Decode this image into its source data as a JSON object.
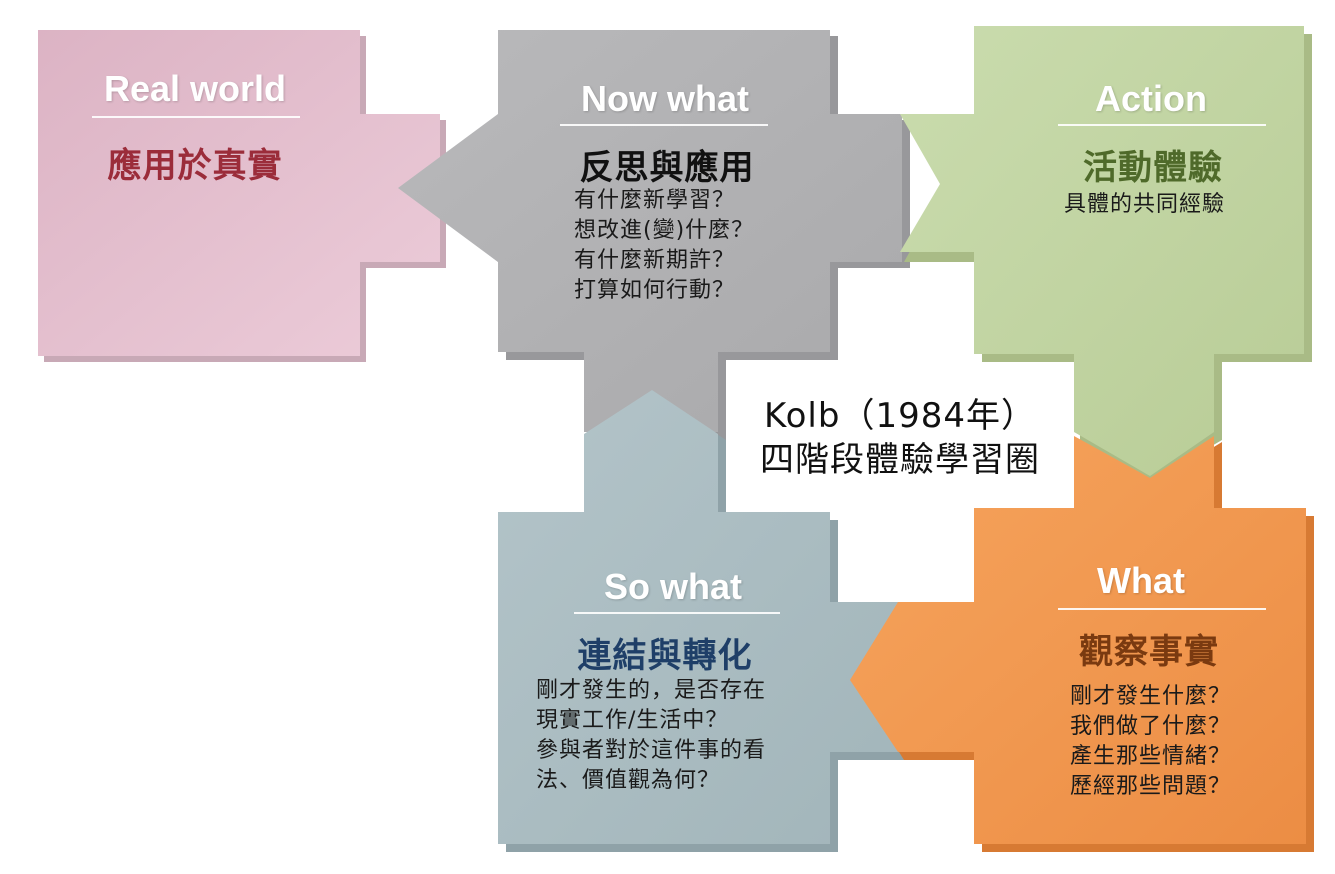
{
  "center": {
    "line1": "Kolb（1984年）",
    "line2": "四階段體驗學習圈"
  },
  "stages": {
    "real_world": {
      "en": "Real world",
      "zh": "應用於真實",
      "color": "#e5c2d0",
      "zh_color": "#9b2c3a"
    },
    "now_what": {
      "en": "Now what",
      "zh": "反思與應用",
      "color": "#b3b3b5",
      "zh_color": "#111111",
      "body": [
        "有什麼新學習？",
        "想改進(變)什麼？",
        "有什麼新期許？",
        "打算如何行動？"
      ]
    },
    "action": {
      "en": "Action",
      "zh": "活動體驗",
      "color": "#c4d5a4",
      "zh_color": "#4f6a2a",
      "body": [
        "具體的共同經驗"
      ]
    },
    "so_what": {
      "en": "So what",
      "zh": "連結與轉化",
      "color": "#aebfc4",
      "zh_color": "#1f3f68",
      "body": [
        "剛才發生的，是否存在",
        "現實工作/生活中？",
        "參與者對於這件事的看",
        "法、價值觀為何？"
      ]
    },
    "what": {
      "en": "What",
      "zh": "觀察事實",
      "color": "#f39a50",
      "zh_color": "#7a3a10",
      "body": [
        "剛才發生什麼？",
        "我們做了什麼？",
        "產生那些情緒？",
        "歷經那些問題？"
      ]
    }
  }
}
